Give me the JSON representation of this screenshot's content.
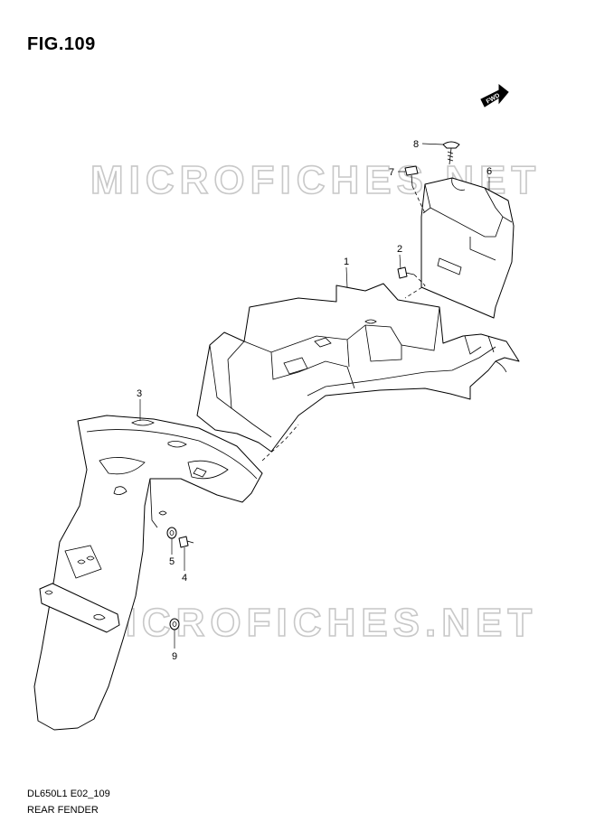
{
  "figure": {
    "title": "FIG.109"
  },
  "watermark": {
    "text": "MICROFICHES.NET"
  },
  "fwd_badge": {
    "text": "FWD"
  },
  "callouts": [
    {
      "id": "c1",
      "label": "1"
    },
    {
      "id": "c2",
      "label": "2"
    },
    {
      "id": "c3",
      "label": "3"
    },
    {
      "id": "c4",
      "label": "4"
    },
    {
      "id": "c5",
      "label": "5"
    },
    {
      "id": "c6",
      "label": "6"
    },
    {
      "id": "c7",
      "label": "7"
    },
    {
      "id": "c8",
      "label": "8"
    },
    {
      "id": "c9",
      "label": "9"
    }
  ],
  "footer": {
    "code": "DL650L1 E02_109",
    "name": "REAR FENDER"
  }
}
